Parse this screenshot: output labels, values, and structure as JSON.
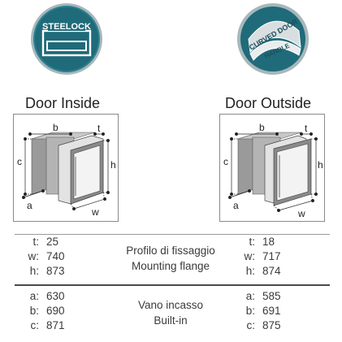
{
  "badges": {
    "left": {
      "text": "STEELOCK",
      "icon": "lock-badge-icon",
      "color": "#1f6b7a"
    },
    "right": {
      "text_line1": "CURVED DOOR",
      "text_line2": "HANDLE",
      "icon": "curved-handle-badge-icon",
      "color": "#1f6b7a"
    }
  },
  "panels": {
    "left": {
      "title": "Door Inside",
      "labels": {
        "a": "a",
        "b": "b",
        "c": "c",
        "t": "t",
        "h": "h",
        "w": "w"
      }
    },
    "right": {
      "title": "Door Outside",
      "labels": {
        "a": "a",
        "b": "b",
        "c": "c",
        "t": "t",
        "h": "h",
        "w": "w"
      }
    }
  },
  "sections": [
    {
      "caption_it": "Profilo di fissaggio",
      "caption_en": "Mounting flange",
      "left": [
        {
          "label": "t:",
          "value": "25"
        },
        {
          "label": "w:",
          "value": "740"
        },
        {
          "label": "h:",
          "value": "873"
        }
      ],
      "right": [
        {
          "label": "t:",
          "value": "18"
        },
        {
          "label": "w:",
          "value": "717"
        },
        {
          "label": "h:",
          "value": "874"
        }
      ]
    },
    {
      "caption_it": "Vano incasso",
      "caption_en": "Built-in",
      "left": [
        {
          "label": "a:",
          "value": "630"
        },
        {
          "label": "b:",
          "value": "690"
        },
        {
          "label": "c:",
          "value": "871"
        }
      ],
      "right": [
        {
          "label": "a:",
          "value": "585"
        },
        {
          "label": "b:",
          "value": "691"
        },
        {
          "label": "c:",
          "value": "875"
        }
      ]
    }
  ],
  "colors": {
    "badge_teal": "#1f6b7a",
    "badge_ring": "#8fa3a8",
    "rule_dark": "#4a4a4a"
  }
}
